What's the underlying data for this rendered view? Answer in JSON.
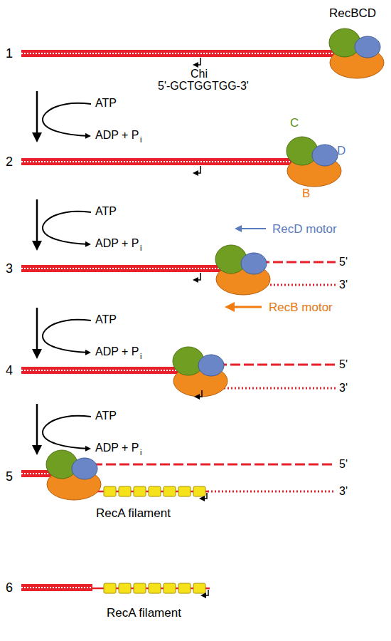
{
  "diagram": {
    "labels": [
      "1",
      "RecBCD",
      "Chi",
      "5'-GCTGGTGG-3'",
      "ATP",
      "ADP + P",
      "i",
      "2",
      "C",
      "D",
      "B",
      "ATP",
      "ADP + P",
      "i",
      "RecD motor",
      "3",
      "5'",
      "3'",
      "RecB motor",
      "ATP",
      "ADP + P",
      "i",
      "4",
      "5'",
      "3'",
      "ATP",
      "ADP + P",
      "i",
      "5",
      "5'",
      "3'",
      "RecA filament",
      "6",
      "RecA filament"
    ]
  }
}
